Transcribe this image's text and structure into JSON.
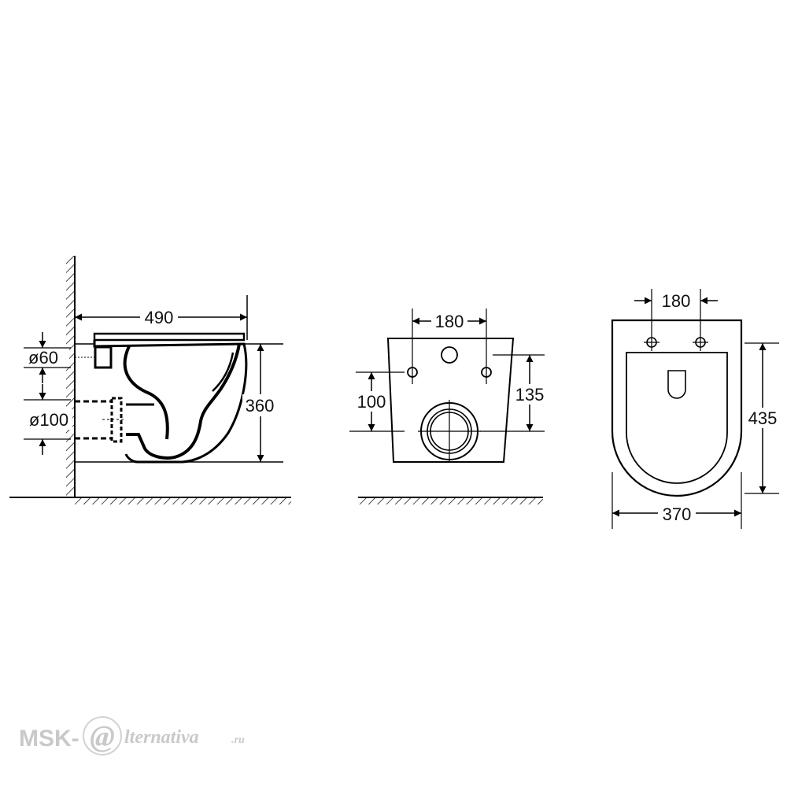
{
  "side_view": {
    "width_label": "490",
    "height_label": "360",
    "water_inlet_label": "ø60",
    "drain_outlet_label": "ø100"
  },
  "front_view": {
    "bolt_spacing_label": "180",
    "bolt_height_label": "100",
    "outlet_height_label": "135"
  },
  "top_view": {
    "bolt_spacing_label": "180",
    "length_label": "435",
    "width_label": "370"
  },
  "watermark": {
    "brand_prefix": "MSK-",
    "brand_at": "@",
    "brand_suffix": "lternativa",
    "domain": ".ru"
  }
}
